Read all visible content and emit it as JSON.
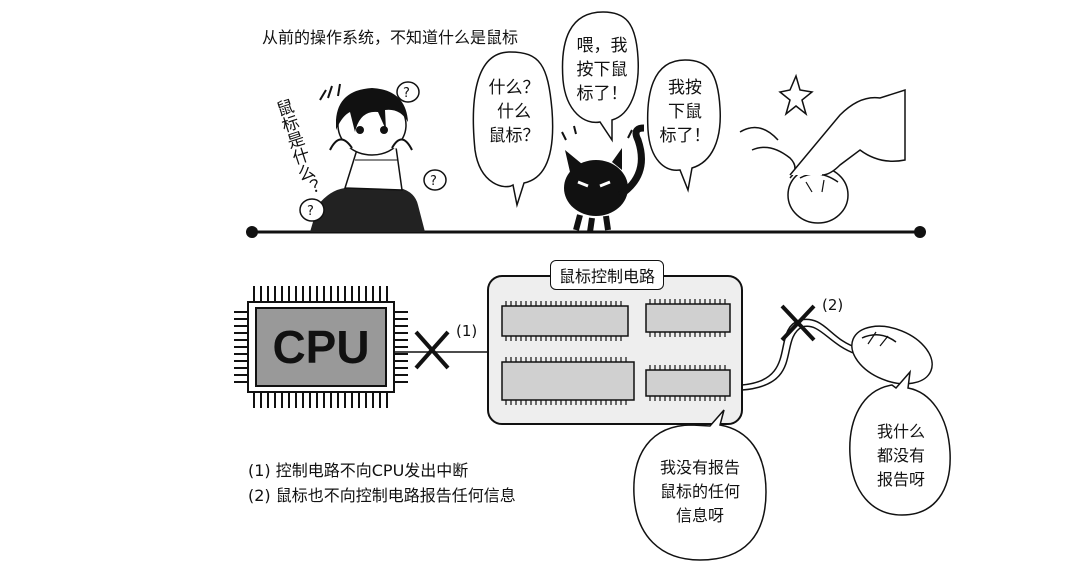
{
  "top_caption": "从前的操作系统，不知道什么是鼠标",
  "girl_thought": "鼠标是什么？",
  "girl_bubble": "什么？\n什么\n鼠标？",
  "cat_bubble": "喂，我\n按下鼠\n标了！",
  "cat_bubble2": "我按\n下鼠\n标了！",
  "cpu_label": "CPU",
  "controller_title": "鼠标控制电路",
  "marker1": "(1)",
  "marker2": "(2)",
  "controller_bubble": "我没有报告\n鼠标的任何\n信息呀",
  "mouse_bubble": "我什么\n都没有\n报告呀",
  "notes": [
    "(1) 控制电路不向CPU发出中断",
    "(2) 鼠标也不向控制电路报告任何信息"
  ]
}
